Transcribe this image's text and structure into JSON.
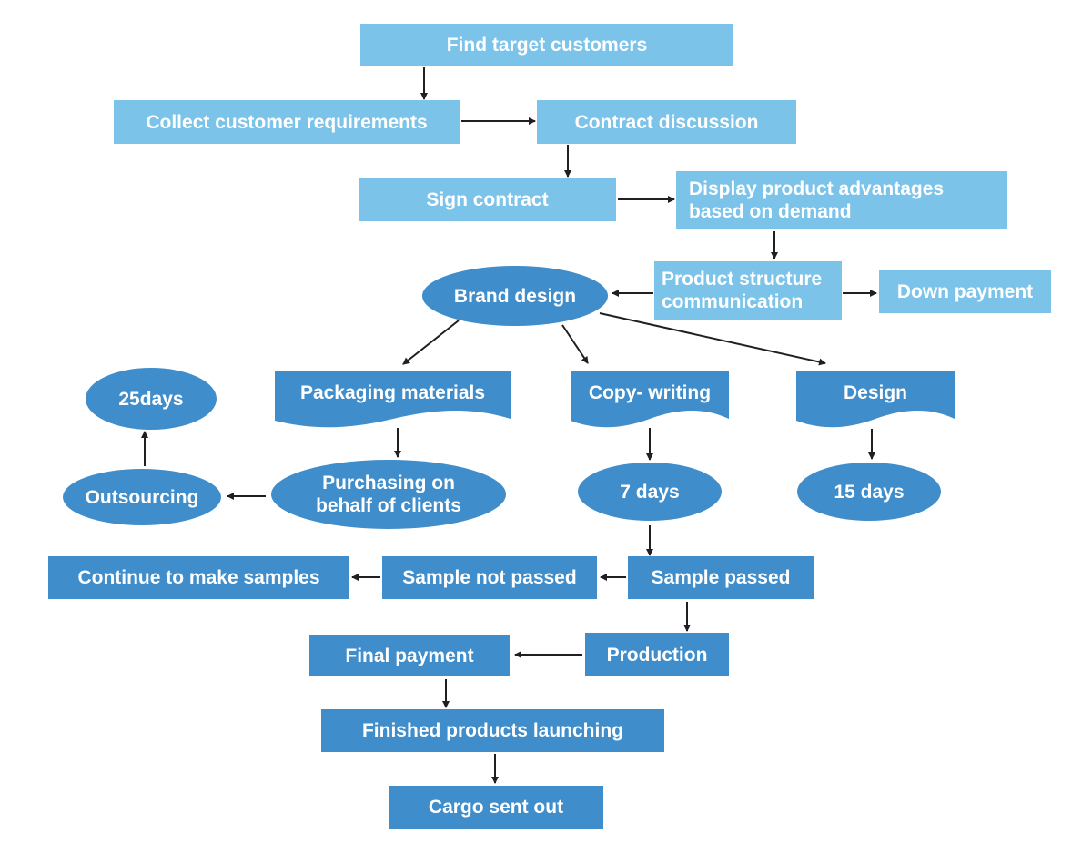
{
  "colors": {
    "light_box": "#7cc3ea",
    "dark_box": "#3f8dcb",
    "arrow": "#231f20",
    "text": "#ffffff"
  },
  "nodes": {
    "find_target_customers": "Find target customers",
    "collect_requirements": "Collect customer requirements",
    "contract_discussion": "Contract discussion",
    "sign_contract": "Sign contract",
    "display_advantages": "Display product advantages\nbased on demand",
    "product_structure": "Product structure\ncommunication",
    "down_payment": "Down payment",
    "brand_design": "Brand design",
    "packaging_materials": "Packaging materials",
    "copy_writing": "Copy- writing",
    "design": "Design",
    "days_25": "25days",
    "outsourcing": "Outsourcing",
    "purchasing_on_behalf": "Purchasing on\nbehalf of clients",
    "days_7": "7 days",
    "days_15": "15 days",
    "continue_samples": "Continue to make samples",
    "sample_not_passed": "Sample not passed",
    "sample_passed": "Sample passed",
    "final_payment": "Final payment",
    "production": "Production",
    "finished_products": "Finished products launching",
    "cargo_sent_out": "Cargo sent out"
  }
}
